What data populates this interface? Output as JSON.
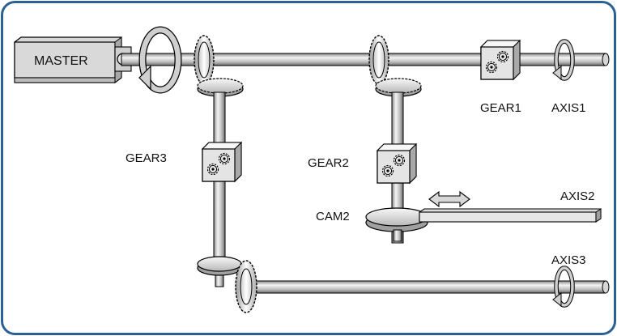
{
  "labels": {
    "master": "MASTER",
    "gear1": "GEAR1",
    "axis1": "AXIS1",
    "gear2": "GEAR2",
    "gear3": "GEAR3",
    "cam2": "CAM2",
    "axis2": "AXIS2",
    "axis3": "AXIS3"
  },
  "colors": {
    "frame": "#2c5f95",
    "steel_dark": "#6e6e6e",
    "steel_mid": "#c8c8c8",
    "steel_light": "#f0f0f0",
    "outline": "#000000",
    "box_face": "#e4e4e4"
  },
  "icons": [
    "gear-icon",
    "rotation-arrow-icon",
    "double-arrow-icon"
  ]
}
